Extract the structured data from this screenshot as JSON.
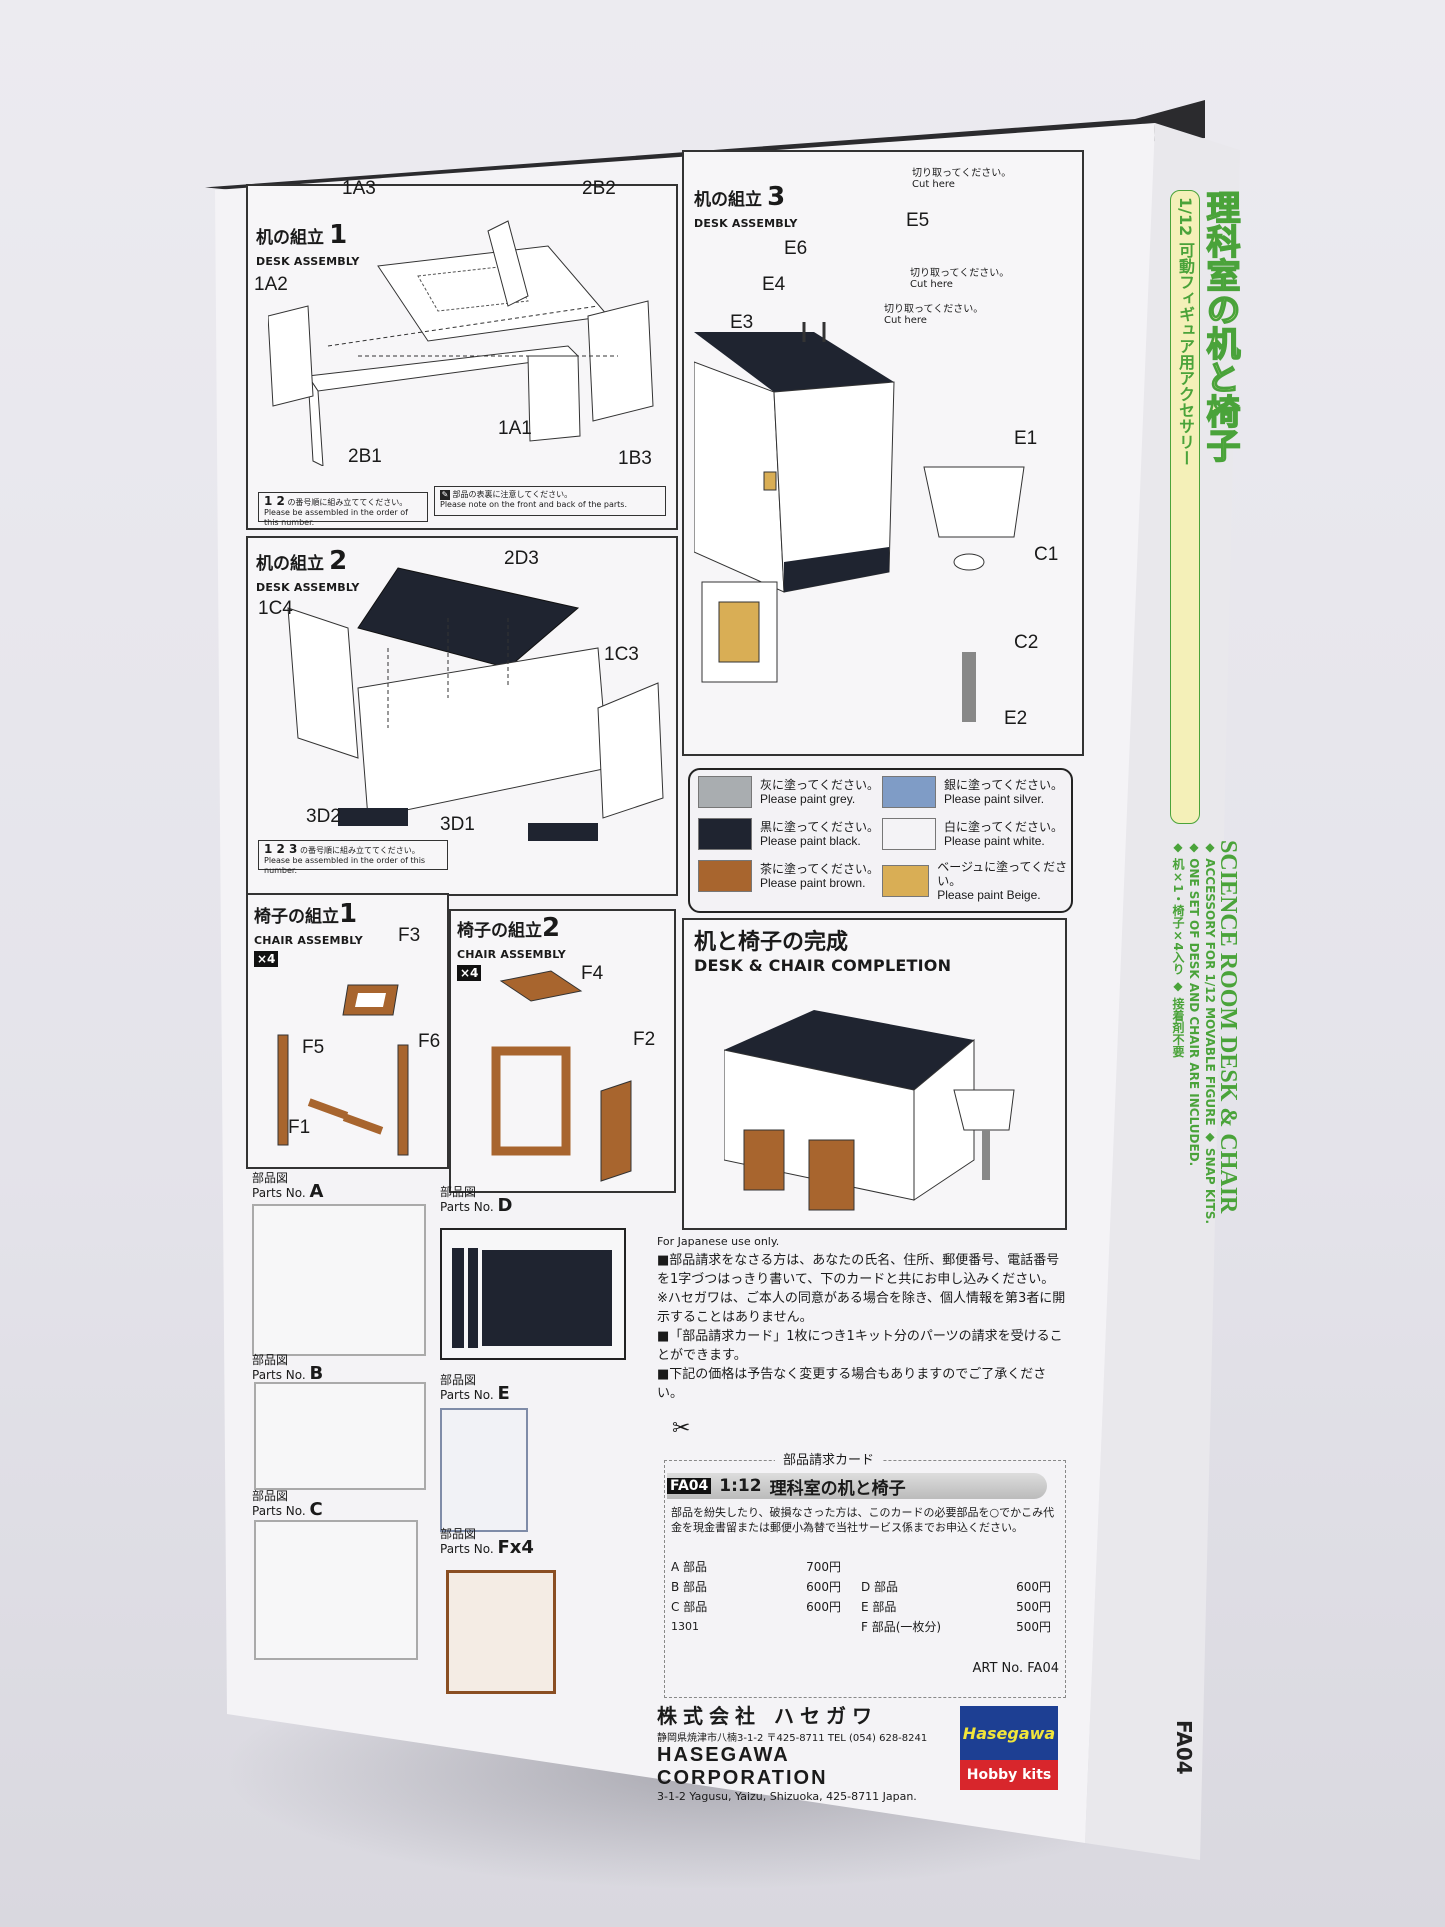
{
  "desk_assembly_1": {
    "title_ja": "机の組立",
    "title_en": "DESK ASSEMBLY",
    "step": "1",
    "labels": [
      "1A3",
      "2B2",
      "1A2",
      "1A1",
      "2B1",
      "1B3"
    ],
    "note_order_ja": "の番号順に組み立ててください。",
    "note_order_en": "Please be assembled in the order of this number.",
    "note_order_nums": "1 2",
    "note_front_ja": "部品の表裏に注意してください。",
    "note_front_en": "Please note on the front and back of the parts."
  },
  "desk_assembly_2": {
    "title_ja": "机の組立",
    "title_en": "DESK ASSEMBLY",
    "step": "2",
    "labels": [
      "2D3",
      "1C4",
      "1C3",
      "3D2",
      "3D1"
    ],
    "note_order_ja": "の番号順に組み立ててください。",
    "note_order_en": "Please be assembled in the order of this number.",
    "note_order_nums": "1 2 3"
  },
  "desk_assembly_3": {
    "title_ja": "机の組立",
    "title_en": "DESK ASSEMBLY",
    "step": "3",
    "labels": [
      "E5",
      "E6",
      "E4",
      "E3",
      "E1",
      "C1",
      "C2",
      "E2"
    ],
    "cut_ja": "切り取ってください。",
    "cut_en": "Cut here"
  },
  "legend": [
    {
      "ja": "灰に塗ってください。",
      "en": "Please paint grey.",
      "color": "#a9adb0"
    },
    {
      "ja": "銀に塗ってください。",
      "en": "Please paint silver.",
      "color": "#7f9cc6"
    },
    {
      "ja": "黒に塗ってください。",
      "en": "Please paint black.",
      "color": "#1f2430"
    },
    {
      "ja": "白に塗ってください。",
      "en": "Please paint white.",
      "color": "#f4f3f6"
    },
    {
      "ja": "茶に塗ってください。",
      "en": "Please paint brown.",
      "color": "#a8652e"
    },
    {
      "ja": "ベージュに塗ってください。",
      "en": "Please paint Beige.",
      "color": "#d9ae55"
    }
  ],
  "chair_assembly_1": {
    "title_ja": "椅子の組立",
    "title_en": "CHAIR ASSEMBLY",
    "step": "1",
    "qty": "×4",
    "labels": [
      "F3",
      "F5",
      "F6",
      "F1"
    ]
  },
  "chair_assembly_2": {
    "title_ja": "椅子の組立",
    "title_en": "CHAIR ASSEMBLY",
    "step": "2",
    "qty": "×4",
    "labels": [
      "F4",
      "F2"
    ]
  },
  "completion": {
    "title_ja": "机と椅子の完成",
    "title_en": "DESK & CHAIR COMPLETION"
  },
  "parts": [
    {
      "ja": "部品図",
      "en": "Parts No.",
      "id": "A"
    },
    {
      "ja": "部品図",
      "en": "Parts No.",
      "id": "B"
    },
    {
      "ja": "部品図",
      "en": "Parts No.",
      "id": "C"
    },
    {
      "ja": "部品図",
      "en": "Parts No.",
      "id": "D"
    },
    {
      "ja": "部品図",
      "en": "Parts No.",
      "id": "E"
    },
    {
      "ja": "部品図",
      "en": "Parts No.",
      "id": "Fx4"
    }
  ],
  "japanese_notice": {
    "heading": "For Japanese use only.",
    "lines": [
      "■部品請求をなさる方は、あなたの氏名、住所、郵便番号、電話番号を1字づつはっきり書いて、下のカードと共にお申し込みください。",
      "※ハセガワは、ご本人の同意がある場合を除き、個人情報を第3者に開示することはありません。",
      "■「部品請求カード」1枚につき1キット分のパーツの請求を受けることができます。",
      "■下記の価格は予告なく変更する場合もありますのでご了承ください。"
    ]
  },
  "parts_card": {
    "title": "部品請求カード",
    "code": "FA04",
    "scale": "1:12",
    "name": "理科室の机と椅子",
    "body": "部品を紛失したり、破損なさった方は、このカードの必要部品を○でかこみ代金を現金書留または郵便小為替で当社サービス係までお申込ください。",
    "prices_left": [
      {
        "part": "A 部品",
        "price": "700円"
      },
      {
        "part": "B 部品",
        "price": "600円"
      },
      {
        "part": "C 部品",
        "price": "600円"
      }
    ],
    "prices_right": [
      {
        "part": "D 部品",
        "price": "600円"
      },
      {
        "part": "E 部品",
        "price": "500円"
      },
      {
        "part": "F 部品(一枚分)",
        "price": "500円"
      }
    ],
    "code_small": "1301",
    "art_no": "ART No. FA04"
  },
  "company": {
    "name_ja": "株式会社 ハセガワ",
    "address_ja": "静岡県焼津市八楠3-1-2",
    "postal": "〒425-8711",
    "tel": "TEL (054) 628-8241",
    "name_en": "HASEGAWA CORPORATION",
    "address_en": "3-1-2 Yagusu, Yaizu, Shizuoka, 425-8711 Japan."
  },
  "logo": {
    "brand": "Hasegawa",
    "sub": "Hobby kits",
    "colors": {
      "blue": "#1d3f93",
      "yellow": "#f1e53a",
      "red": "#d8262c"
    }
  },
  "side_panel": {
    "title_ja": "理科室の机と椅子",
    "subtitle_ja": "1/12 可動フィギュア用アクセサリー",
    "title_en": "SCIENCE ROOM DESK & CHAIR",
    "bullets": [
      "ACCESSORY FOR 1/12 MOVABLE FIGURE",
      "SNAP KITS.",
      "ONE SET OF DESK AND CHAIR ARE INCLUDED.",
      "机×1・椅子×4入り",
      "接着剤不要"
    ],
    "code": "FA04",
    "accent": "#4aa33a"
  }
}
